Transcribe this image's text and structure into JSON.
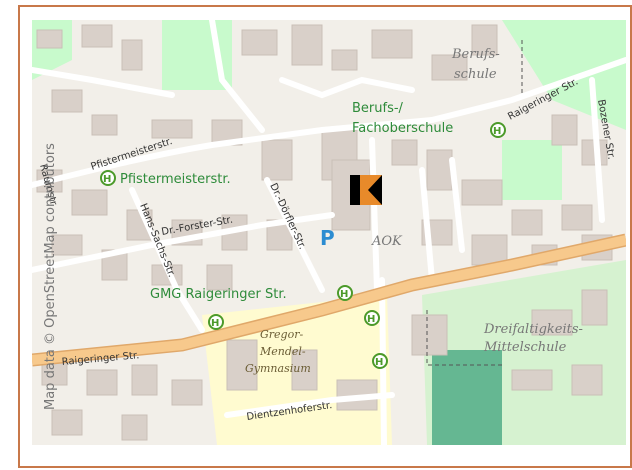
{
  "map": {
    "attribution": "Map data © OpenStreetMap contributors",
    "streets": {
      "pfistermeister": "Pfistermeisterstr.",
      "raigeringer_top": "Raigeringer Str.",
      "raigeringer_bottom": "Raigeringer Str.",
      "hans_sachs": "Hans-Sachs-Str.",
      "dr_forster": "Dr.-Forster-Str.",
      "dr_dorfler": "Dr.-Dörfler-Str.",
      "bozener": "Bozener Str.",
      "dientzenhofer": "Dientzenhoferstr.",
      "raumstr": "Raumstr"
    },
    "places": {
      "berufsschule": [
        "Berufs-",
        "schule"
      ],
      "aok": "AOK",
      "dreifaltigkeit": [
        "Dreifaltigkeits-",
        "Mittelschule"
      ],
      "gregor": [
        "Gregor-",
        "Mendel-",
        "Gymnasium"
      ]
    },
    "stops": {
      "pfistermeister": "Pfistermeisterstr.",
      "berufs_fach": [
        "Berufs-/",
        "Fachoberschule"
      ],
      "gmg": "GMG Raigeringer Str."
    },
    "stop_glyph": "H",
    "parking_glyph": "P",
    "marker_icon": "company-logo-marker-icon",
    "colors": {
      "land": "#f2efe9",
      "building": "#d9d0c9",
      "park": "#c8facc",
      "school": "#fffbd0",
      "main_road": "#f7c98c",
      "stop_green": "#4c9a2a",
      "parking_blue": "#2c8cd1",
      "marker_orange": "#e88a2a",
      "border": "#c8784a"
    }
  }
}
